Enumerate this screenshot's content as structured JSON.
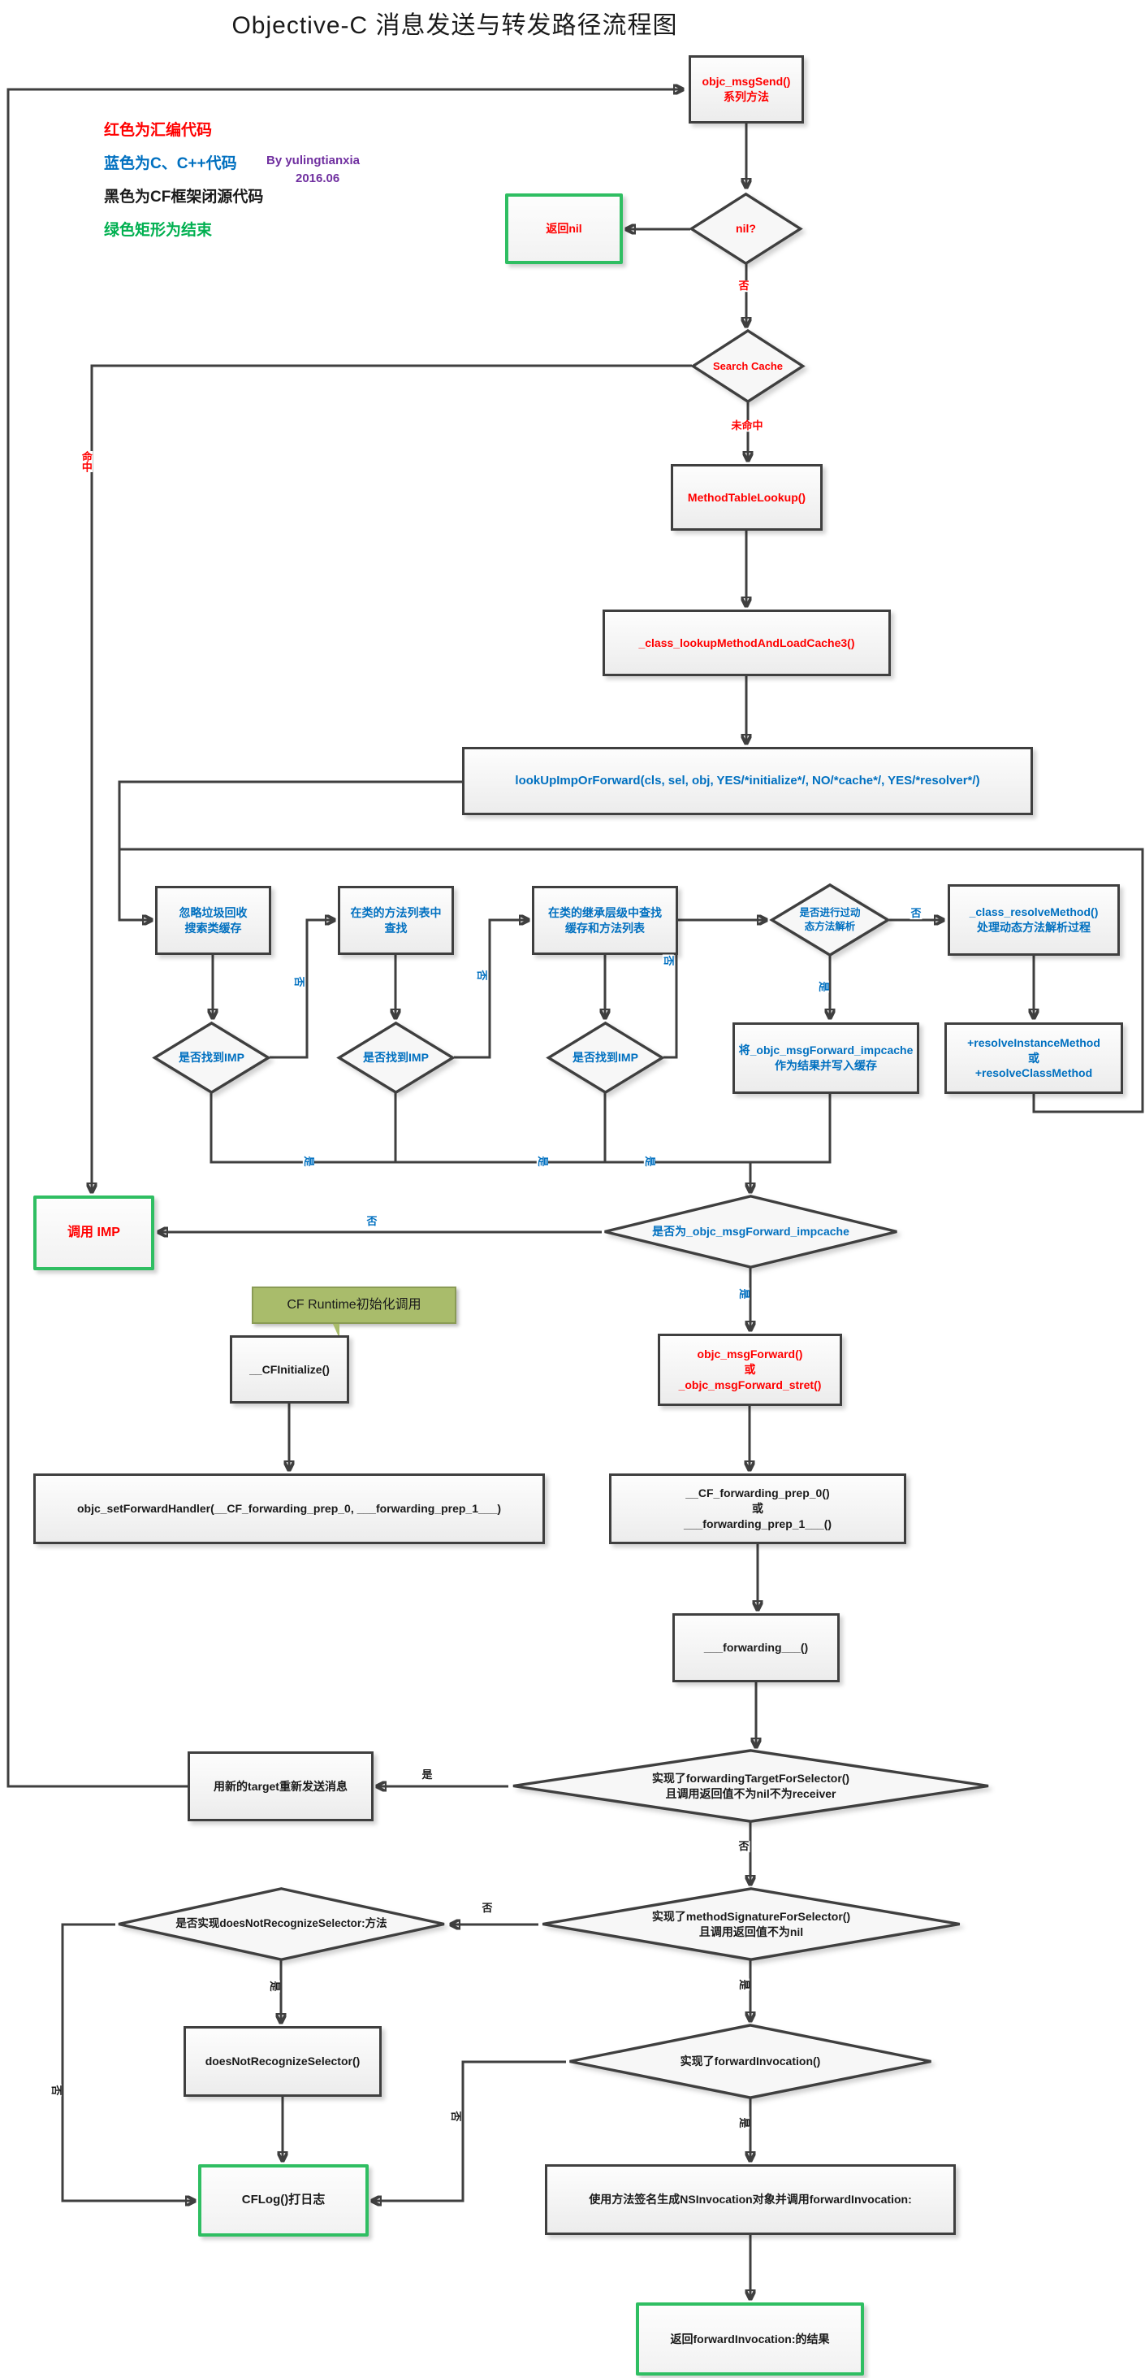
{
  "title": "Objective-C 消息发送与转发路径流程图",
  "legend": {
    "red_line": "红色为汇编代码",
    "blue_line": "蓝色为C、C++代码",
    "black_line": "黑色为CF框架闭源代码",
    "green_line": "绿色矩形为结束",
    "author": "By yulingtianxia",
    "date": "2016.06"
  },
  "colors": {
    "assembly_red": "#FF0000",
    "c_cpp_blue": "#0070C0",
    "cf_black": "#1A1A1A",
    "end_green_border": "#2FBE62",
    "legend_green": "#00B050",
    "credit_purple": "#7030A0",
    "connector_gray": "#3F3F3F",
    "callout_olive": "#A9BC6B"
  },
  "nodes": {
    "objc_msgsend": {
      "label": "objc_msgSend()\n系列方法"
    },
    "nil_q": {
      "label": "nil?"
    },
    "return_nil": {
      "label": "返回nil"
    },
    "search_cache": {
      "label": "Search Cache"
    },
    "method_table_lookup": {
      "label": "MethodTableLookup()"
    },
    "lookup_cache3": {
      "label": "_class_lookupMethodAndLoadCache3()"
    },
    "lookup_imp_forward": {
      "label": "lookUpImpOrForward(cls, sel, obj, YES/*initialize*/, NO/*cache*/, YES/*resolver*/)"
    },
    "box_gc": {
      "label": "忽略垃圾回收\n搜索类缓存"
    },
    "box_method_list": {
      "label": "在类的方法列表中\n查找"
    },
    "box_hierarchy": {
      "label": "在类的继承层级中查找\n缓存和方法列表"
    },
    "resolved_q": {
      "label": "是否进行过动\n态方法解析"
    },
    "class_resolve": {
      "label": "_class_resolveMethod()\n处理动态方法解析过程"
    },
    "imp_found_1": {
      "label": "是否找到IMP"
    },
    "imp_found_2": {
      "label": "是否找到IMP"
    },
    "imp_found_3": {
      "label": "是否找到IMP"
    },
    "write_cache": {
      "label": "将_objc_msgForward_impcache\n作为结果并写入缓存"
    },
    "resolve_methods": {
      "label": "+resolveInstanceMethod\n或\n+resolveClassMethod"
    },
    "is_msgforward": {
      "label": "是否为_objc_msgForward_impcache"
    },
    "call_imp": {
      "label": "调用 IMP"
    },
    "cf_callout": {
      "label": "CF Runtime初始化调用"
    },
    "cf_initialize": {
      "label": "__CFInitialize()"
    },
    "msgforward_fns": {
      "label": "objc_msgForward()\n或\n_objc_msgForward_stret()"
    },
    "set_forward_handler": {
      "label": "objc_setForwardHandler(__CF_forwarding_prep_0, ___forwarding_prep_1___)"
    },
    "forwarding_prep": {
      "label": "__CF_forwarding_prep_0()\n或\n___forwarding_prep_1___()"
    },
    "forwarding_fn": {
      "label": "___forwarding___()"
    },
    "fwd_target_q": {
      "label": "实现了forwardingTargetForSelector()\n且调用返回值不为nil不为receiver"
    },
    "resend_box": {
      "label": "用新的target重新发送消息"
    },
    "method_sig_q": {
      "label": "实现了methodSignatureForSelector()\n且调用返回值不为nil"
    },
    "dnr_q": {
      "label": "是否实现doesNotRecognizeSelector:方法"
    },
    "dnr_box": {
      "label": "doesNotRecognizeSelector()"
    },
    "fwd_inv_q": {
      "label": "实现了forwardInvocation()"
    },
    "cflog": {
      "label": "CFLog()打日志"
    },
    "ns_invocation": {
      "label": "使用方法签名生成NSInvocation对象并调用forwardInvocation:"
    },
    "return_forward": {
      "label": "返回forwardInvocation:的结果"
    }
  },
  "edge_labels": {
    "no_nil": "否",
    "miss": "未命中",
    "hit": "命中",
    "no_imp1": "否",
    "no_imp2": "否",
    "no_imp3": "否",
    "no_resolved": "否",
    "yes_resolved": "是",
    "yes_imp1": "是",
    "yes_imp2": "是",
    "yes_imp3": "是",
    "no_msgforward": "否",
    "yes_msgforward": "是",
    "yes_fwd_target": "是",
    "no_fwd_target": "否",
    "no_method_sig": "否",
    "yes_method_sig": "是",
    "yes_dnr": "是",
    "no_dnr": "否",
    "no_fwd_inv": "否",
    "yes_fwd_inv": "是"
  }
}
